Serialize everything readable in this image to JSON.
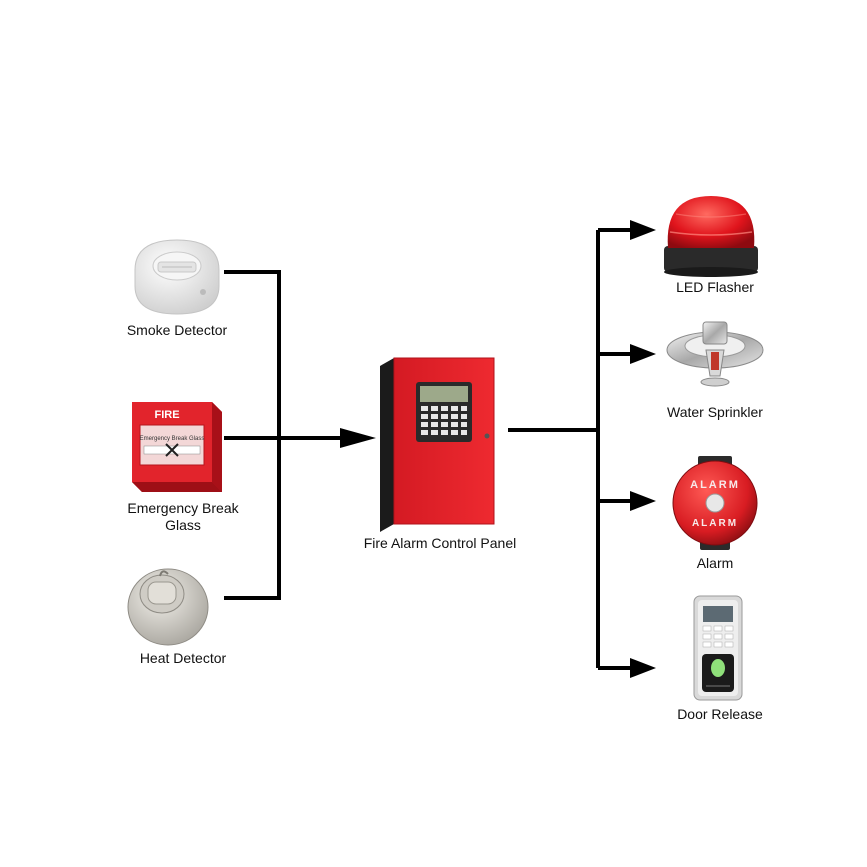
{
  "inputs": {
    "smoke_detector": "Smoke Detector",
    "break_glass": "Emergency Break Glass",
    "heat_detector": "Heat Detector"
  },
  "panel": {
    "label": "Fire Alarm Control Panel"
  },
  "outputs": {
    "led_flasher": "LED Flasher",
    "water_sprinkler": "Water Sprinkler",
    "alarm": "Alarm",
    "door_release": "Door Release"
  },
  "device_text": {
    "fire": "FIRE",
    "break_glass_strip": "Emergency Break Glass",
    "alarm_top": "ALARM",
    "alarm_bottom": "ALARM"
  },
  "colors": {
    "line": "#000000",
    "panel_red": "#e8202a",
    "alarm_red": "#d81c22",
    "flasher_red": "#e0141c"
  }
}
